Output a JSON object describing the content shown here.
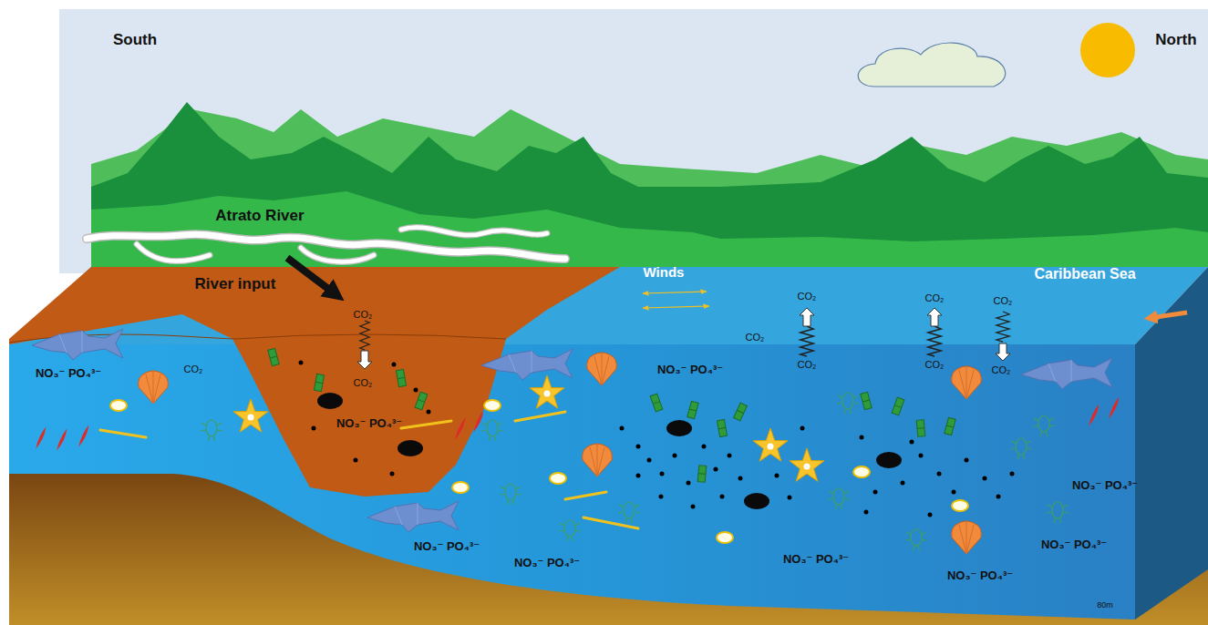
{
  "diagram": {
    "labels": [
      "South",
      "North",
      "Atrato River",
      "River input",
      "Winds",
      "Caribbean Sea",
      "CO₂",
      "CO₂",
      "CO₂",
      "CO₂",
      "CO₂",
      "CO₂",
      "CO₂",
      "CO₂",
      "CO₂",
      "CO₂",
      "NO₃⁻ PO₄³⁻",
      "NO₃⁻ PO₄³⁻",
      "NO₃⁻ PO₄³⁻",
      "NO₃⁻ PO₄³⁻",
      "NO₃⁻ PO₄³⁻",
      "NO₃⁻ PO₄³⁻",
      "NO₃⁻ PO₄³⁻",
      "NO₃⁻ PO₄³⁻",
      "NO₃⁻ PO₄³⁻",
      "80m"
    ]
  }
}
